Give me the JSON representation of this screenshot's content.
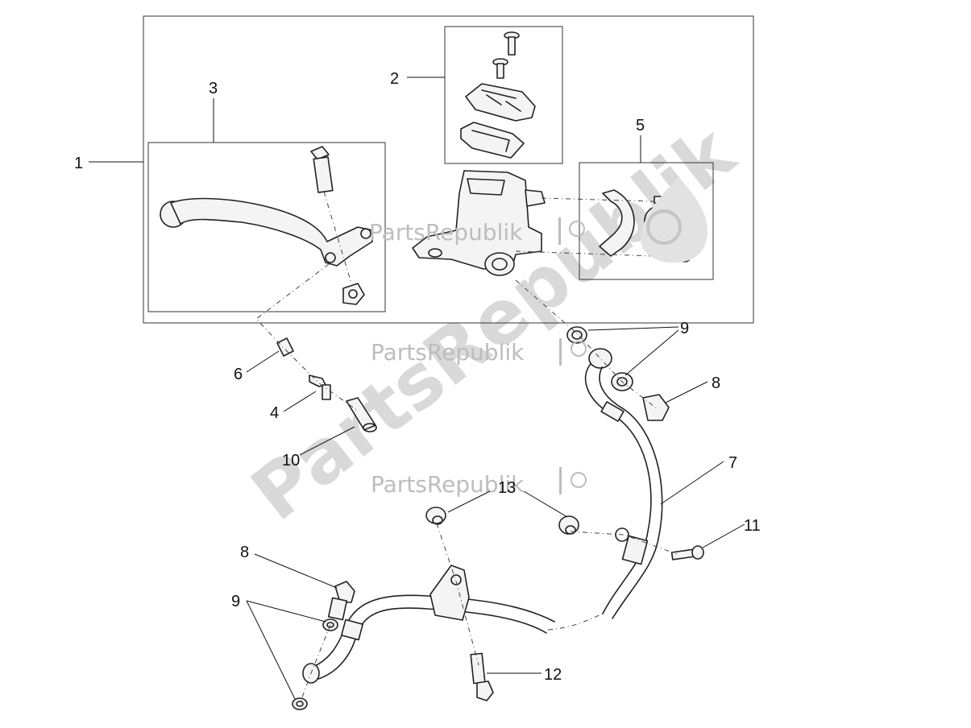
{
  "watermark": {
    "logo_text": "PartsRepublik",
    "icon": "gear-flag-icon"
  },
  "callouts": [
    {
      "id": "1",
      "text": "1"
    },
    {
      "id": "2",
      "text": "2"
    },
    {
      "id": "3",
      "text": "3"
    },
    {
      "id": "4",
      "text": "4"
    },
    {
      "id": "5",
      "text": "5"
    },
    {
      "id": "6",
      "text": "6"
    },
    {
      "id": "7",
      "text": "7"
    },
    {
      "id": "8a",
      "text": "8"
    },
    {
      "id": "8b",
      "text": "8"
    },
    {
      "id": "9a",
      "text": "9"
    },
    {
      "id": "9b",
      "text": "9"
    },
    {
      "id": "10",
      "text": "10"
    },
    {
      "id": "11",
      "text": "11"
    },
    {
      "id": "12",
      "text": "12"
    },
    {
      "id": "13",
      "text": "13"
    }
  ]
}
